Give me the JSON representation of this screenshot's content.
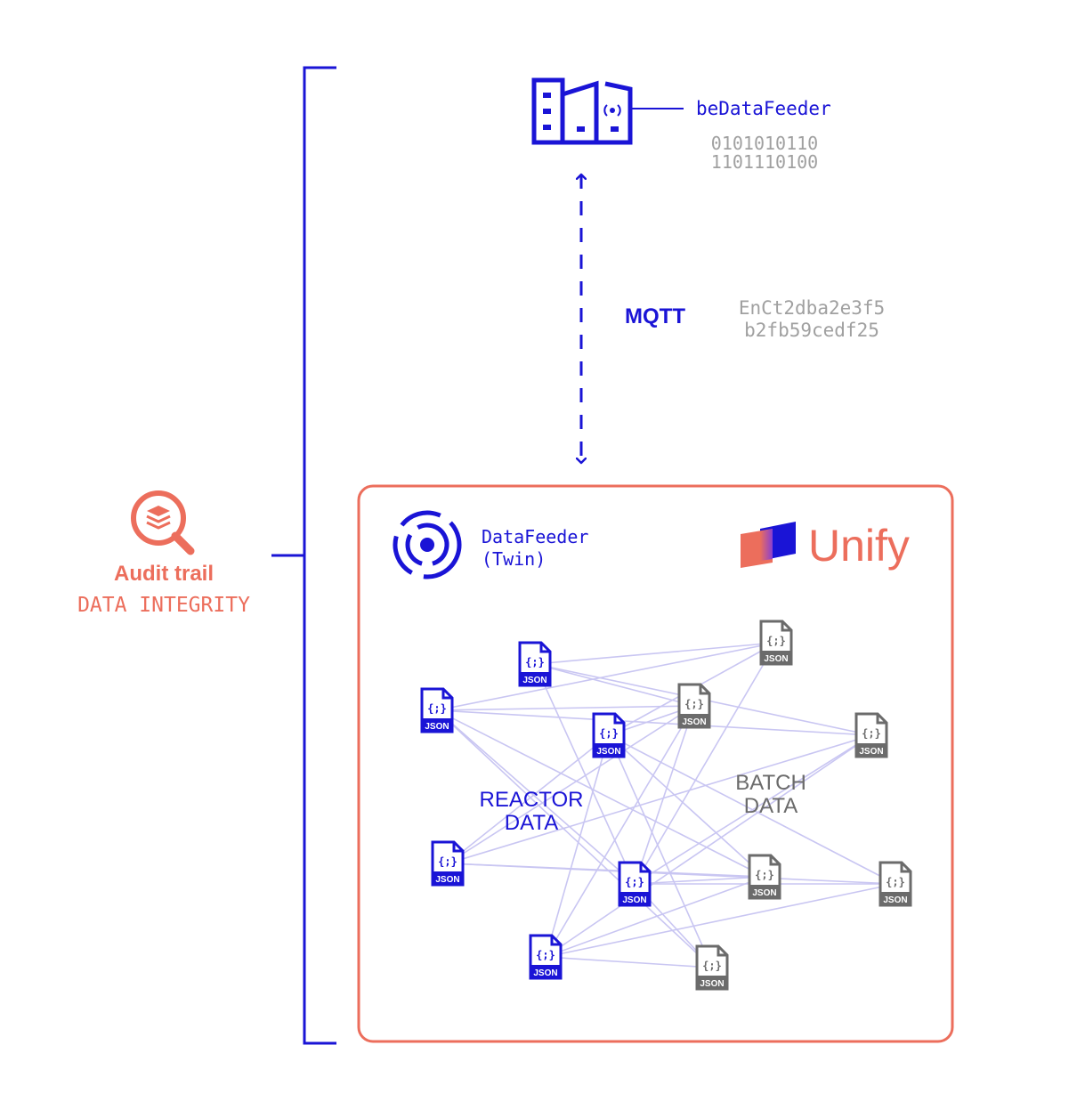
{
  "colors": {
    "blue": "#1a14d6",
    "coral": "#ec6e5c",
    "gray": "#6b6b6b",
    "light_gray": "#a0a0a0",
    "edge": "#c9c6f2"
  },
  "audit": {
    "icon": "search-layers-icon",
    "title": "Audit trail",
    "subtitle": "DATA INTEGRITY"
  },
  "feeder": {
    "icon": "factory-icon",
    "label": "beDataFeeder",
    "binary_line1": "0101010110",
    "binary_line2": "1101110100"
  },
  "connection": {
    "label": "MQTT",
    "hash_line1": "EnCt2dba2e3f5",
    "hash_line2": "b2fb59cedf25"
  },
  "twin": {
    "icon": "signal-dot-icon",
    "label_line1": "DataFeeder",
    "label_line2": "(Twin)"
  },
  "brand": {
    "icon": "unify-logo-icon",
    "name": "Unify"
  },
  "groups": {
    "reactor_line1": "REACTOR",
    "reactor_line2": "DATA",
    "batch_line1": "BATCH",
    "batch_line2": "DATA"
  },
  "file": {
    "glyph": "{;}",
    "label": "JSON"
  }
}
